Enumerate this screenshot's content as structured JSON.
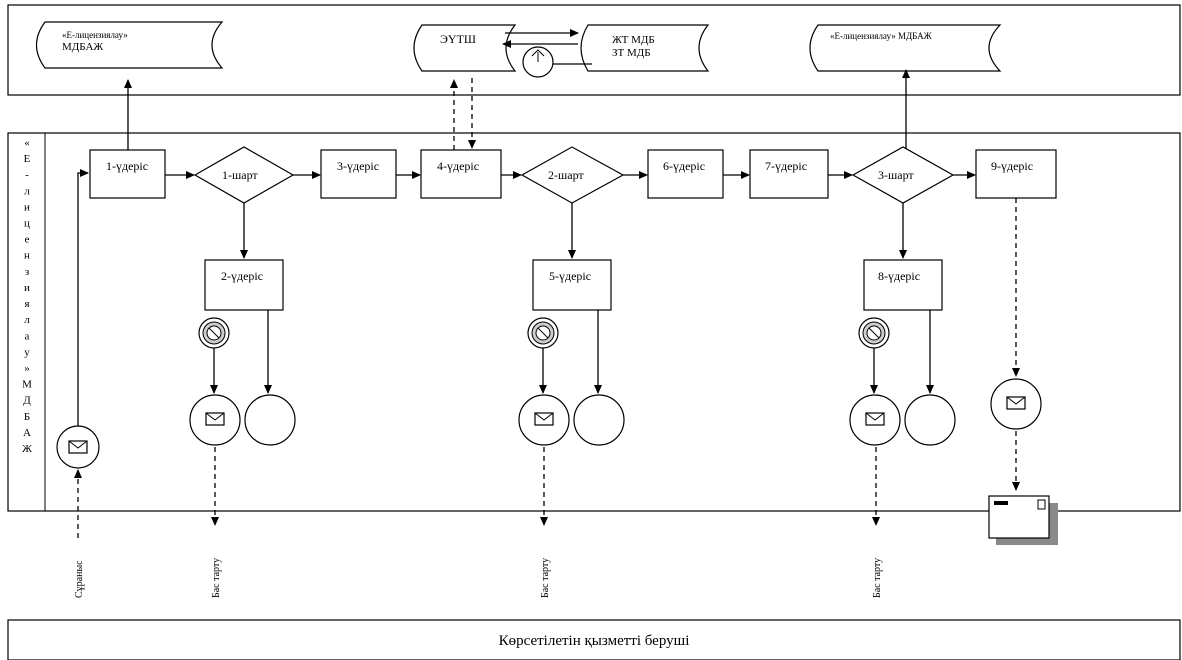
{
  "top_lane": {
    "db_left_label_1": "«Е-лицензиялау»",
    "db_left_label_2": "МДБАЖ",
    "db_center_label": "ЭҮТШ",
    "db_right_label_1": "ЖТ МДБ",
    "db_right_label_2": "ЗТ МДБ",
    "db_far_right_label": "«Е-лицензиялау» МДБАЖ"
  },
  "middle_lane": {
    "lane_title_chars": [
      "«",
      "Е",
      "-",
      "л",
      "и",
      "ц",
      "е",
      "н",
      "з",
      "и",
      "я",
      "л",
      "а",
      "у",
      "»",
      "М",
      "Д",
      "Б",
      "А",
      "Ж"
    ]
  },
  "processes": {
    "p1": "1-үдеріс",
    "p2": "2-үдеріс",
    "p3": "3-үдеріс",
    "p4": "4-үдеріс",
    "p5": "5-үдеріс",
    "p6": "6-үдеріс",
    "p7": "7-үдеріс",
    "p8": "8-үдеріс",
    "p9": "9-үдеріс"
  },
  "conditions": {
    "c1": "1-шарт",
    "c2": "2-шарт",
    "c3": "3-шарт"
  },
  "outputs": {
    "request": "Сұраныс",
    "reject_1": "Бас тарту",
    "reject_2": "Бас тарту",
    "reject_3": "Бас тарту"
  },
  "bottom_lane": {
    "title": "Көрсетілетін қызметті беруші"
  },
  "icons": {
    "message": "envelope-icon",
    "prohibition": "no-entry-icon",
    "document": "document-icon",
    "database": "database-icon"
  }
}
